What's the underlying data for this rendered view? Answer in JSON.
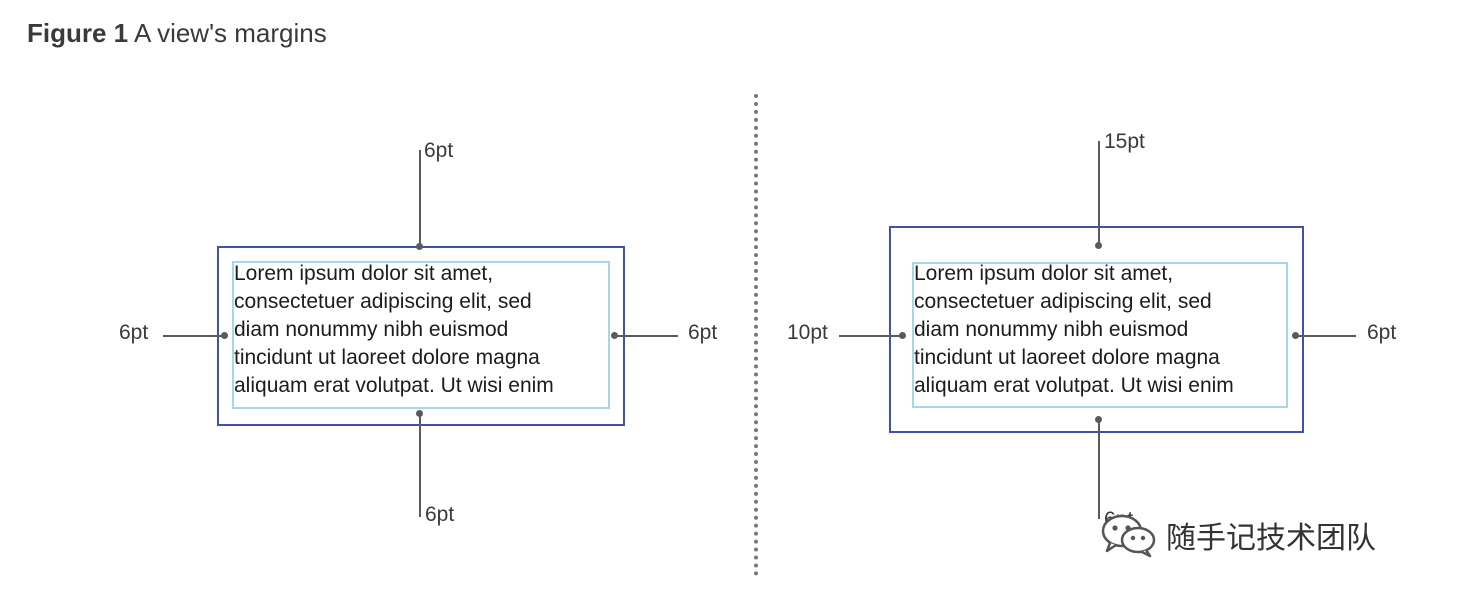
{
  "caption": {
    "figure_label": "Figure 1",
    "title": "A view's margins"
  },
  "diagrams": [
    {
      "sample_text": "Lorem ipsum dolor sit amet,\nconsectetuer adipiscing elit, sed\ndiam nonummy nibh euismod\ntincidunt ut laoreet dolore magna\naliquam erat volutpat. Ut wisi enim",
      "margins": {
        "top": "6pt",
        "left": "6pt",
        "right": "6pt",
        "bottom": "6pt"
      }
    },
    {
      "sample_text": "Lorem ipsum dolor sit amet,\nconsectetuer adipiscing elit, sed\ndiam nonummy nibh euismod\ntincidunt ut laoreet dolore magna\naliquam erat volutpat. Ut wisi enim",
      "margins": {
        "top": "15pt",
        "left": "10pt",
        "right": "6pt",
        "bottom": "6pt"
      }
    }
  ],
  "watermark": {
    "text": "随手记技术团队",
    "icon": "wechat-icon"
  },
  "colors": {
    "outer_border": "#3f51a8",
    "inner_border": "#a8d4ee",
    "leader_line": "#5a5a5a"
  }
}
